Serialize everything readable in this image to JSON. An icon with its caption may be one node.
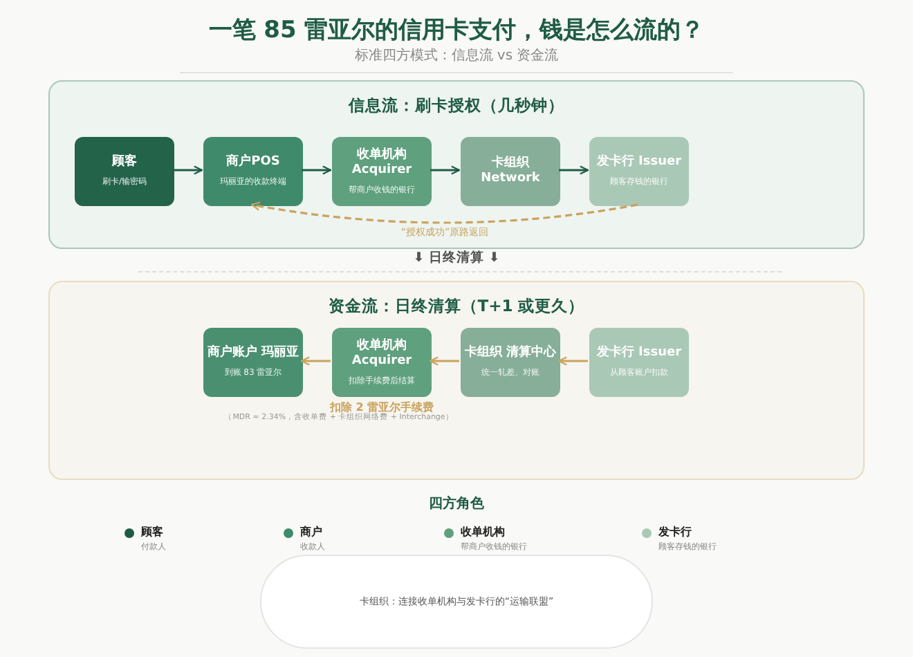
{
  "diagram": {
    "title": "一笔 85 雷亚尔的信用卡支付，钱是怎么流的？",
    "caption": "标准四方模式：信息流 vs 资金流",
    "nodes": [
      {
        "text": [
          "信息流：刷卡授权（几秒钟）"
        ]
      },
      {
        "text": [
          "顾客",
          "刷卡/输密码"
        ],
        "in": 0
      },
      {
        "text": [
          "商户POS",
          "玛丽亚的收款终端"
        ],
        "in": 0
      },
      {
        "text": [
          "收单机构 Acquirer",
          "帮商户收钱的银行"
        ],
        "in": 0
      },
      {
        "text": [
          "卡组织 Network"
        ],
        "in": 0
      },
      {
        "text": [
          "发卡行 Issuer",
          "顾客存钱的银行"
        ],
        "in": 0
      },
      {
        "text": [
          "资金流：日终清算（T+1 或更久）"
        ]
      },
      {
        "text": [
          "商户账户 玛丽亚",
          "到账 83 雷亚尔"
        ],
        "in": 6
      },
      {
        "text": [
          "收单机构 Acquirer",
          "扣除手续费后结算"
        ],
        "in": 6,
        "beside": [
          "扣除 2 雷亚尔手续费"
        ]
      },
      {
        "text": [
          "卡组织 清算中心",
          "统一轧差、对账"
        ],
        "in": 6
      },
      {
        "text": [
          "发卡行 Issuer",
          "从顾客账户扣款"
        ],
        "in": 6
      },
      {
        "text": [
          "卡组织：连接收单机构与发卡行的“运输联盟”"
        ]
      }
    ],
    "edges": [
      {
        "from": 1,
        "to": 2,
        "arrow": "to"
      },
      {
        "from": 2,
        "to": 3,
        "arrow": "to"
      },
      {
        "from": 3,
        "to": 4,
        "arrow": "to"
      },
      {
        "from": 4,
        "to": 5,
        "arrow": "to"
      },
      {
        "from": 5,
        "to": 2,
        "arrow": "to",
        "style": "dashed",
        "color": "#c9a35e",
        "label": "“授权成功”原路返回"
      },
      {
        "from": 10,
        "to": 9,
        "arrow": "to",
        "color": "#c9a35e"
      },
      {
        "from": 9,
        "to": 8,
        "arrow": "to",
        "color": "#c9a35e"
      },
      {
        "from": 8,
        "to": 7,
        "arrow": "to",
        "color": "#c9a35e"
      }
    ],
    "labels": [
      "⬇ 日终清算 ⬇",
      "（MDR ≈ 2.34%，含收单费 + 卡组织网络费 + Interchange）",
      "四方角色",
      "付款人",
      "收款人",
      "帮商户收钱的银行",
      "顾客存钱的银行"
    ],
    "legend": [
      {
        "text": "顾客",
        "color": "#1f5c46"
      },
      {
        "text": "商户",
        "color": "#3f8a6a"
      },
      {
        "text": "收单机构",
        "color": "#5fa07e"
      },
      {
        "text": "发卡行",
        "color": "#aac8b6"
      }
    ]
  }
}
